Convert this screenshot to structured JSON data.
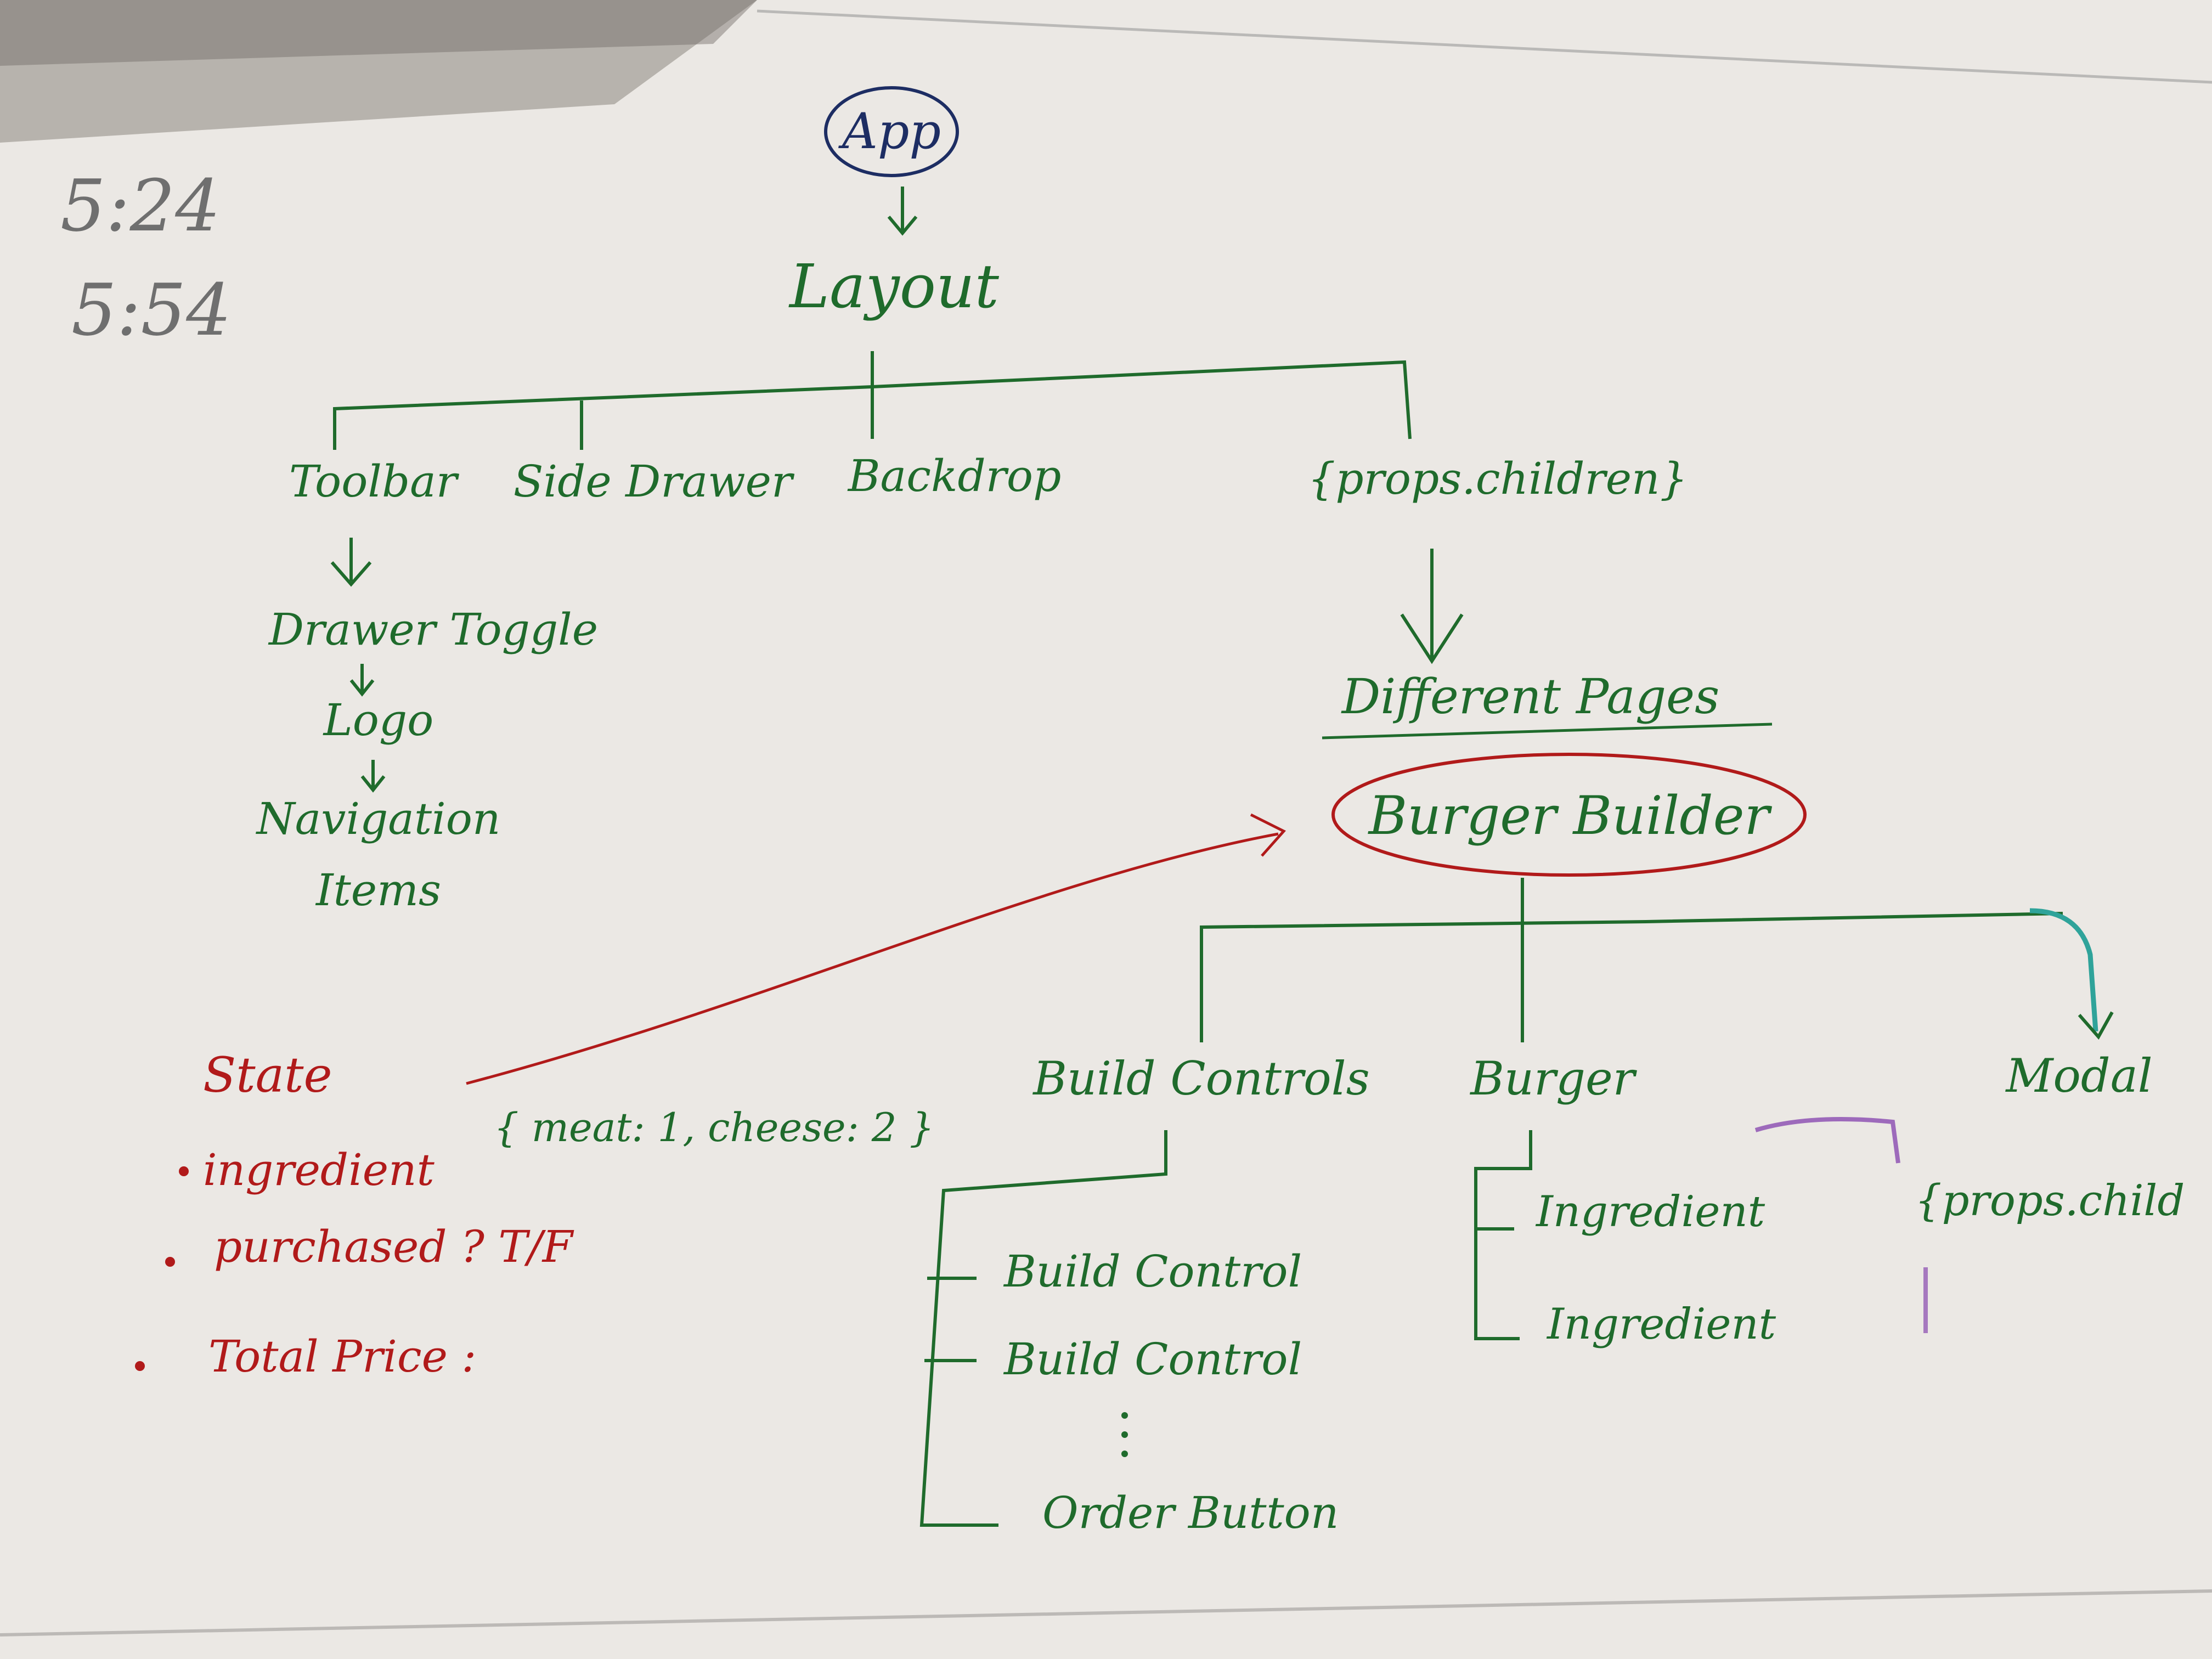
{
  "colors": {
    "paper": "#ebe8e4",
    "green_ink": "#1f6b2c",
    "blue_ink": "#1d2d63",
    "red_ink": "#b11a1a",
    "pencil": "#6f6f6f",
    "purple": "#8a4ab0",
    "teal_marker": "#2fa39a"
  },
  "times": [
    "5:24",
    "5:54"
  ],
  "app": "App",
  "layout": "Layout",
  "layout_children": [
    "Toolbar",
    "Side Drawer",
    "Backdrop",
    "{props.children}"
  ],
  "toolbar_chain": [
    "Drawer Toggle",
    "Logo",
    "Navigation",
    "Items"
  ],
  "different_pages": "Different Pages",
  "burger_builder": "Burger Builder",
  "bb_children": {
    "build_controls": "Build Controls",
    "burger": "Burger",
    "modal": "Modal"
  },
  "build_controls_items": [
    "Build Control",
    "Build Control",
    "Order Button"
  ],
  "burger_items": [
    "Ingredient",
    "Ingredient"
  ],
  "modal_child": "{props.child",
  "state": {
    "title": "State",
    "items": [
      "ingredient",
      "purchased ? T/F",
      "Total Price :"
    ],
    "ingredient_value": "{ meat: 1, cheese: 2 }"
  }
}
